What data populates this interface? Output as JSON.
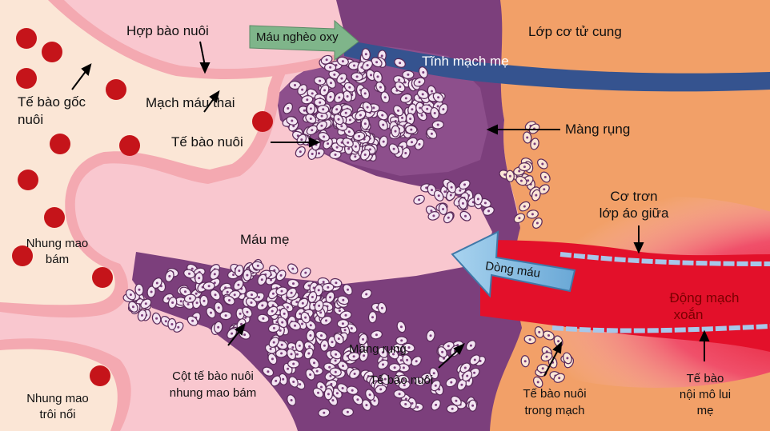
{
  "labels": {
    "hop_bao_nuoi": "Hợp bào nuôi",
    "te_bao_goc_nuoi_1": "Tế bào gốc",
    "te_bao_goc_nuoi_2": "nuôi",
    "mach_mau_thai": "Mạch máu thai",
    "te_bao_nuoi_top": "Tế bào nuôi",
    "mau_ngheo_oxy": "Máu nghèo oxy",
    "tinh_mach_me": "Tĩnh mạch mẹ",
    "lop_co_tu_cung": "Lớp cơ tử cung",
    "mang_rung_top": "Màng rụng",
    "co_tron_1": "Cơ trơn",
    "co_tron_2": "lớp áo giữa",
    "mau_me": "Máu mẹ",
    "nhung_mao_bam_1": "Nhung mao",
    "nhung_mao_bam_2": "bám",
    "dong_mau": "Dòng máu",
    "dong_mach_xoan_1": "Động mạch",
    "dong_mach_xoan_2": "xoắn",
    "mang_rung_bottom": "Màng rụng",
    "te_bao_nuoi_bottom": "Tế bào nuôi",
    "cot_te_bao_1": "Cột tế bào nuôi",
    "cot_te_bao_2": "nhung mao bám",
    "nhung_mao_troi_1": "Nhung mao",
    "nhung_mao_troi_2": "trôi nổi",
    "te_bao_trong_mach_1": "Tế bào nuôi",
    "te_bao_trong_mach_2": "trong mạch",
    "te_bao_noi_mo_1": "Tế bào",
    "te_bao_noi_mo_2": "nội mô lui",
    "te_bao_noi_mo_3": "mẹ"
  },
  "colors": {
    "maternal_blood": "#f9c7cf",
    "villus_core": "#fbe6d6",
    "syncytio": "#f4a9b1",
    "decidua": "#7c3f7c",
    "myometrium": "#f2a068",
    "vein": "#35538f",
    "artery": "#e3102a",
    "flow_arrow": "#8fc3e6",
    "low_oxy_arrow": "#7fb58a",
    "red_cell": "#c5141a"
  }
}
